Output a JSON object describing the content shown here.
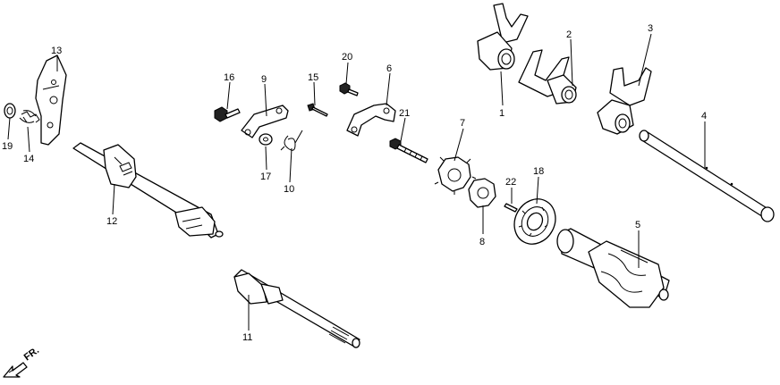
{
  "callouts": [
    "1",
    "2",
    "3",
    "4",
    "5",
    "6",
    "7",
    "8",
    "9",
    "10",
    "11",
    "12",
    "13",
    "14",
    "15",
    "16",
    "17",
    "18",
    "19",
    "20",
    "21",
    "22"
  ],
  "direction": {
    "label": "FR."
  },
  "icons": [
    "arrow-left-down-icon"
  ]
}
